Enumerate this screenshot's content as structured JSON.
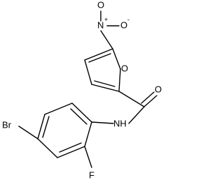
{
  "molecule": {
    "atom_labels": {
      "nitro_n": "N",
      "nitro_o_top": "O",
      "nitro_o_right": "O",
      "nitro_charge_plus": "+",
      "nitro_charge_minus": "-",
      "furan_o": "O",
      "carbonyl_o": "O",
      "amide_nh": "NH",
      "fluorine": "F",
      "bromine": "Br"
    },
    "colors": {
      "bond": "#000000",
      "label": "#000000",
      "background": "#ffffff"
    }
  }
}
